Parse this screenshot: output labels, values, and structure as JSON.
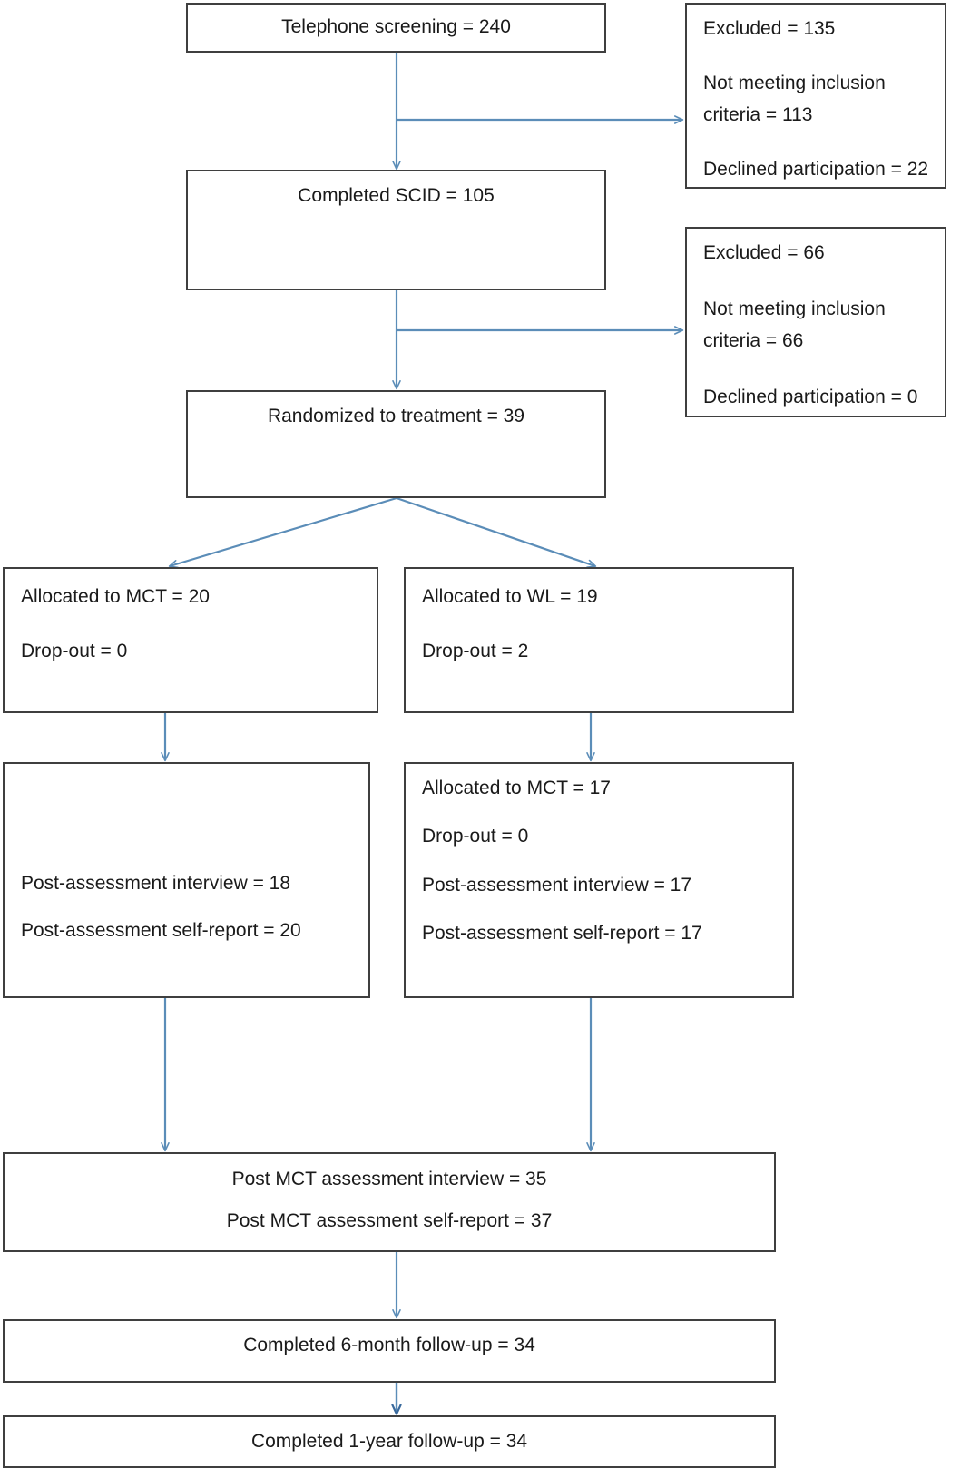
{
  "diagram": {
    "type": "flowchart",
    "title": "CONSORT participant flow diagram",
    "line_color": "#5b8db8",
    "box_border_color": "#3f3f3f",
    "text_color": "#1a1a1a",
    "background": "#ffffff"
  },
  "nodes": {
    "telephone_screening": {
      "lines": [
        "Telephone screening = 240"
      ]
    },
    "excluded_1": {
      "lines": [
        "Excluded = 135",
        "Not meeting inclusion",
        "criteria = 113",
        "Declined participation = 22"
      ]
    },
    "completed_scid": {
      "lines": [
        "Completed SCID = 105"
      ]
    },
    "excluded_2": {
      "lines": [
        "Excluded = 66",
        "Not meeting inclusion",
        "criteria = 66",
        "Declined participation = 0"
      ]
    },
    "randomized": {
      "lines": [
        "Randomized to treatment = 39"
      ]
    },
    "allocated_mct": {
      "lines": [
        "Allocated to MCT = 20",
        "Drop-out = 0"
      ]
    },
    "allocated_wl": {
      "lines": [
        "Allocated to WL = 19",
        "Drop-out = 2"
      ]
    },
    "post_mct_arm": {
      "lines": [
        "Post-assessment interview = 18",
        "Post-assessment self-report = 20"
      ]
    },
    "post_wl_arm": {
      "lines": [
        "Allocated to MCT = 17",
        "Drop-out = 0",
        "Post-assessment interview = 17",
        "Post-assessment self-report = 17"
      ]
    },
    "post_mct_combined": {
      "lines": [
        "Post MCT assessment interview = 35",
        "Post MCT assessment self-report = 37"
      ]
    },
    "followup_6month": {
      "lines": [
        "Completed 6-month follow-up = 34"
      ]
    },
    "followup_1year": {
      "lines": [
        "Completed 1-year follow-up = 34"
      ]
    }
  },
  "edges": [
    {
      "name": "screening-to-scid",
      "from": "telephone_screening",
      "to": "completed_scid"
    },
    {
      "name": "screening-to-excluded-1",
      "from": "telephone_screening",
      "to": "excluded_1"
    },
    {
      "name": "scid-to-randomized",
      "from": "completed_scid",
      "to": "randomized"
    },
    {
      "name": "scid-to-excluded-2",
      "from": "completed_scid",
      "to": "excluded_2"
    },
    {
      "name": "randomized-to-mct",
      "from": "randomized",
      "to": "allocated_mct"
    },
    {
      "name": "randomized-to-wl",
      "from": "randomized",
      "to": "allocated_wl"
    },
    {
      "name": "mct-to-post-mct",
      "from": "allocated_mct",
      "to": "post_mct_arm"
    },
    {
      "name": "wl-to-post-wl",
      "from": "allocated_wl",
      "to": "post_wl_arm"
    },
    {
      "name": "post-mct-to-combined",
      "from": "post_mct_arm",
      "to": "post_mct_combined"
    },
    {
      "name": "post-wl-to-combined",
      "from": "post_wl_arm",
      "to": "post_mct_combined"
    },
    {
      "name": "combined-to-6month",
      "from": "post_mct_combined",
      "to": "followup_6month"
    },
    {
      "name": "6month-to-1year",
      "from": "followup_6month",
      "to": "followup_1year"
    }
  ]
}
